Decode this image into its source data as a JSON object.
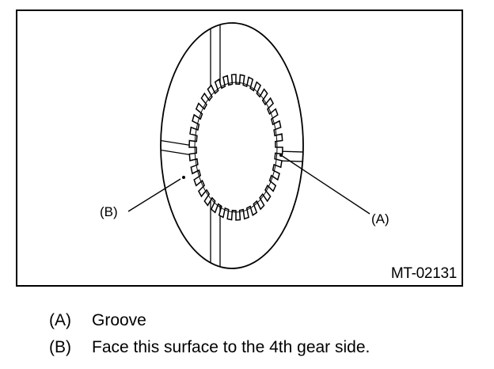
{
  "figure": {
    "figure_id": "MT-02131",
    "callouts": {
      "a": "(A)",
      "b": "(B)"
    }
  },
  "legend": [
    {
      "key": "(A)",
      "text": "Groove"
    },
    {
      "key": "(B)",
      "text": "Face this surface to the 4th gear side."
    }
  ],
  "colors": {
    "ink": "#000000",
    "paper": "#ffffff"
  }
}
